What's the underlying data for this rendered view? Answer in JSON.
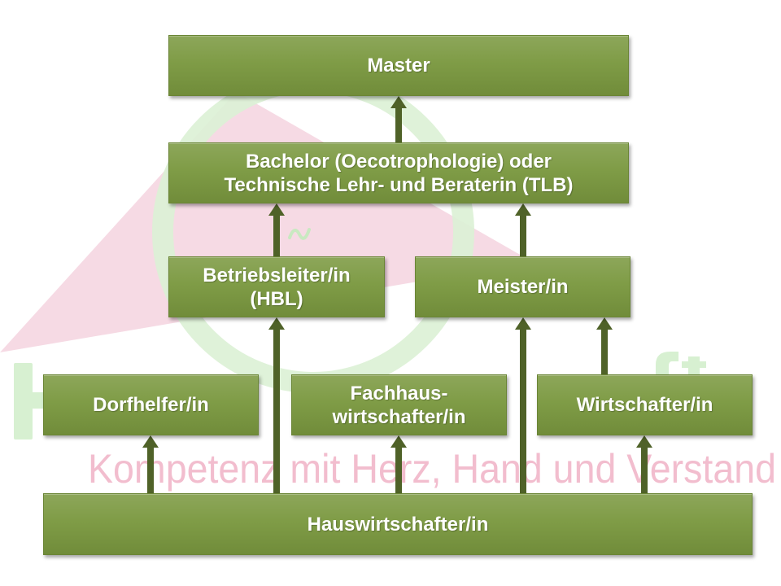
{
  "diagram": {
    "nodes": {
      "master": {
        "lines": [
          "Master"
        ]
      },
      "bachelor": {
        "lines": [
          "Bachelor (Oecotrophologie) oder",
          "Technische Lehr- und Beraterin (TLB)"
        ]
      },
      "betriebsleiter": {
        "lines": [
          "Betriebsleiter/in",
          "(HBL)"
        ]
      },
      "meister": {
        "lines": [
          "Meister/in"
        ]
      },
      "dorfhelfer": {
        "lines": [
          "Dorfhelfer/in"
        ]
      },
      "fachhauswirtschafter": {
        "lines": [
          "Fachhaus-",
          "wirtschafter/in"
        ]
      },
      "wirtschafter": {
        "lines": [
          "Wirtschafter/in"
        ]
      },
      "hauswirtschafter": {
        "lines": [
          "Hauswirtschafter/in"
        ]
      }
    }
  },
  "watermark": {
    "slogan": "Kompetenz mit Herz, Hand und Verstand"
  },
  "colors": {
    "node_fill": "#7a983f",
    "node_border": "#6a8535",
    "arrow": "#4f6228",
    "label": "#ffffff",
    "roof": "#f5d4df",
    "ring": "#dcf1d5",
    "slogan": "#f2bdce",
    "watermark_letters": "#d7f0d1"
  }
}
